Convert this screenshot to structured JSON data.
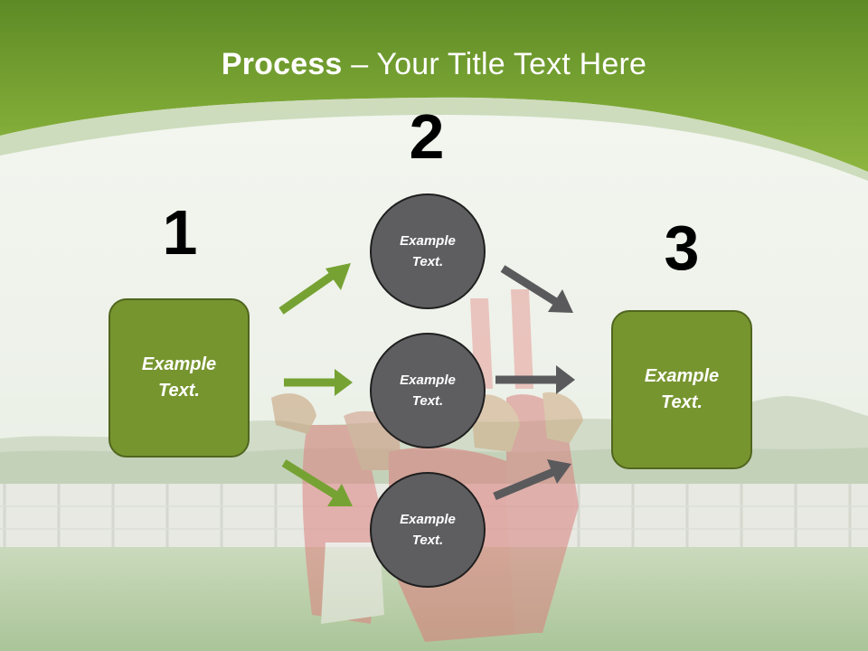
{
  "slide": {
    "title_bold": "Process",
    "title_dash": " – ",
    "title_rest": "Your Title Text Here"
  },
  "steps": {
    "num1": "1",
    "num2": "2",
    "num3": "3",
    "left_box": "Example Text.",
    "right_box": "Example Text.",
    "circle_top": "Example Text.",
    "circle_mid": "Example Text.",
    "circle_bottom": "Example Text."
  },
  "colors": {
    "banner_green": "#7ea53a",
    "box_green": "#77952f",
    "circle_gray": "#5e5e60",
    "green_arrow": "#76a233",
    "gray_arrow": "#5a5a5c"
  }
}
